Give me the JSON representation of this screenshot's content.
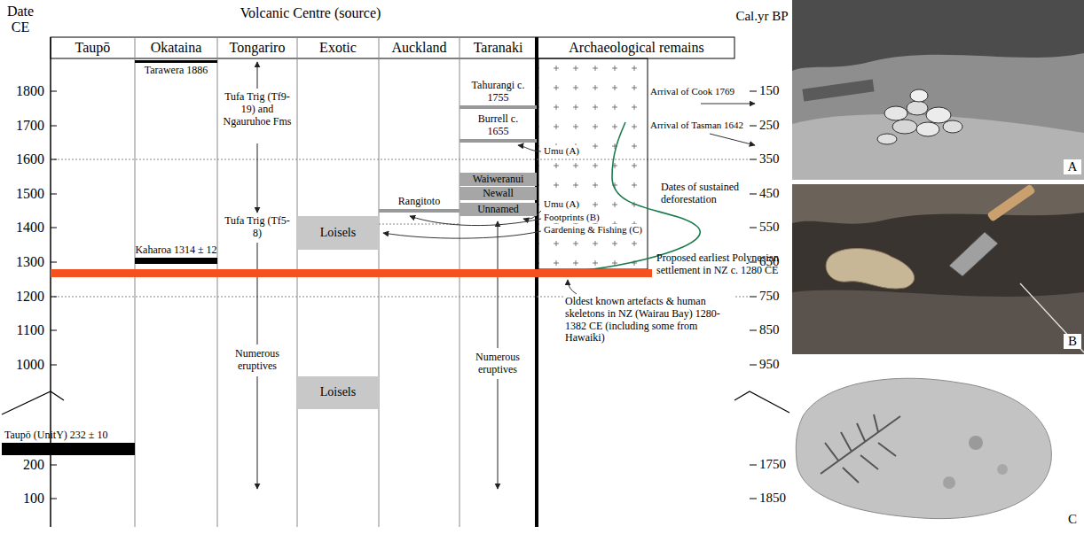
{
  "diagram": {
    "nodes": [
      {
        "text": [
          "Tarawera 1886"
        ]
      },
      {
        "text": [
          "Kaharoa 1314 ± 12"
        ]
      },
      {
        "text": [
          "Taupō (UnitY) 232 ± 10"
        ]
      },
      {
        "text": [
          "Loisels"
        ]
      },
      {
        "text": [
          "Loisels"
        ]
      },
      {
        "text": [
          "Rangitoto"
        ]
      },
      {
        "text": [
          "Tahurangi c. 1755"
        ]
      },
      {
        "text": [
          "Burrell c. 1655"
        ]
      },
      {
        "text": [
          "Waiweranui"
        ]
      },
      {
        "text": [
          "Newall"
        ]
      },
      {
        "text": [
          "Unnamed"
        ]
      },
      {
        "text": [
          "Proposed earliest Polynesian settlement in NZ c. 1280 CE"
        ]
      }
    ],
    "labels": [
      "Volcanic Centre (source)",
      "Date CE",
      "Taupō",
      "Okataina",
      "Tongariro",
      "Exotic",
      "Auckland",
      "Taranaki",
      "Archaeological remains",
      "Cal.yr BP",
      "1800",
      "1700",
      "1600",
      "1500",
      "1400",
      "1300",
      "1200",
      "1100",
      "1000",
      "200",
      "100",
      "150",
      "250",
      "350",
      "450",
      "550",
      "650",
      "750",
      "850",
      "950",
      "1750",
      "1850",
      "Tufa Trig (Tf9-19) and Ngauruhoe Fms",
      "Tufa Trig (Tf5-8)",
      "Numerous eruptives",
      "Numerous eruptives",
      "Umu (A)",
      "Umu (A)",
      "Footprints (B)",
      "Gardening & Fishing (C)",
      "Arrival of Cook 1769",
      "Arrival of Tasman 1642",
      "Dates of sustained deforestation",
      "Oldest known artefacts & human skeletons in NZ (Wairau Bay) 1280-1382 CE (including some from Hawaiki)",
      "A",
      "B",
      "C"
    ]
  }
}
